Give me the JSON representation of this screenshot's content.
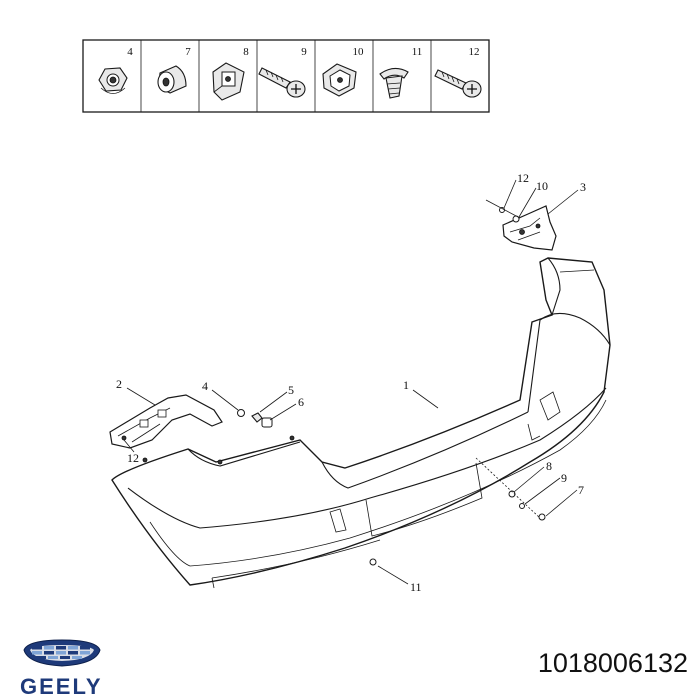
{
  "legend": {
    "cells": [
      {
        "number": "4",
        "icon": "flange-nut-icon"
      },
      {
        "number": "7",
        "icon": "rubber-bushing-icon"
      },
      {
        "number": "8",
        "icon": "clip-nut-icon"
      },
      {
        "number": "9",
        "icon": "screw-icon"
      },
      {
        "number": "10",
        "icon": "square-clip-icon"
      },
      {
        "number": "11",
        "icon": "push-rivet-icon"
      },
      {
        "number": "12",
        "icon": "self-tapping-screw-icon"
      }
    ]
  },
  "callouts": {
    "c1": "1",
    "c2": "2",
    "c3": "3",
    "c4": "4",
    "c5": "5",
    "c6": "6",
    "c7": "7",
    "c8": "8",
    "c9": "9",
    "c10": "10",
    "c11": "11",
    "c12a": "12",
    "c12b": "12"
  },
  "brand": {
    "name": "GEELY"
  },
  "part_number": "1018006132",
  "colors": {
    "brand_blue": "#1e3a7a",
    "line": "#1a1a1a"
  }
}
